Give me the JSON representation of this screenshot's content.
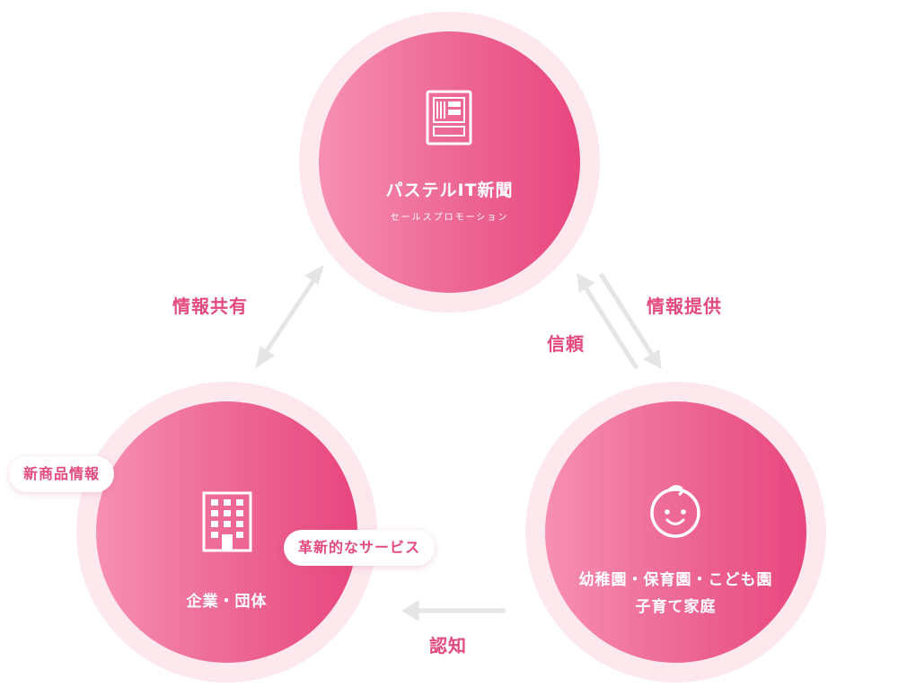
{
  "nodes": {
    "top": {
      "title": "パステルIT新聞",
      "subtitle": "セールスプロモーション",
      "icon": "newspaper-icon"
    },
    "left": {
      "title": "企業・団体",
      "icon": "building-icon"
    },
    "right": {
      "title_line1": "幼稚園・保育園・こども園",
      "title_line2": "子育て家庭",
      "icon": "baby-face-icon"
    }
  },
  "edges": {
    "info_share": "情報共有",
    "info_provide": "情報提供",
    "trust": "信頼",
    "recognition": "認知"
  },
  "tags": {
    "new_product_info": "新商品情報",
    "innovative_service": "革新的なサービス"
  },
  "colors": {
    "circle_start": "#f78fb3",
    "circle_end": "#e8467f",
    "ring": "#fde8ee",
    "accent_text": "#e34a7d",
    "arrow": "#e5e5e5"
  }
}
